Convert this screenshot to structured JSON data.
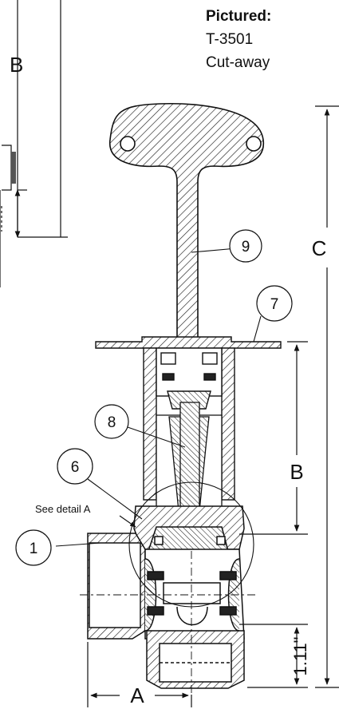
{
  "caption": {
    "title": "Pictured:",
    "model": "T-3501",
    "view": "Cut-away"
  },
  "dimensions": {
    "b_left": "B",
    "b_right": "B",
    "c": "C",
    "a": "A",
    "height_inches": "1.11\""
  },
  "callouts": [
    {
      "number": "1"
    },
    {
      "number": "6"
    },
    {
      "number": "7"
    },
    {
      "number": "8"
    },
    {
      "number": "9"
    }
  ],
  "notes": {
    "detail": "See detail A"
  },
  "colors": {
    "line": "#111111",
    "background": "#ffffff"
  }
}
